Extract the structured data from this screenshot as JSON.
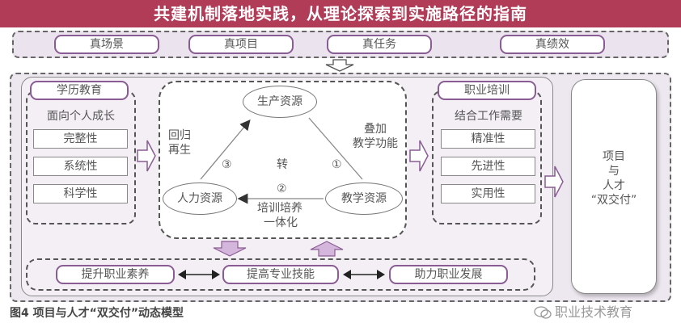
{
  "top_row": {
    "items": [
      {
        "label": "真场景"
      },
      {
        "label": "真项目"
      },
      {
        "label": "真任务"
      },
      {
        "label": "真绩效"
      }
    ]
  },
  "left_panel": {
    "title": "学历教育",
    "subtitle": "面向个人成长",
    "items": [
      "完整性",
      "系统性",
      "科学性"
    ]
  },
  "center_panel": {
    "nodes": {
      "production": "生产资源",
      "human": "人力资源",
      "teaching": "教学资源"
    },
    "edges": {
      "return_label_1": "回归",
      "return_label_2": "再生",
      "return_num": "③",
      "overlay_label_1": "叠加",
      "overlay_label_2": "教学功能",
      "overlay_num": "①",
      "transform_label": "转",
      "transform_num": "②",
      "training_label_1": "培训培养",
      "training_label_2": "一体化"
    }
  },
  "right_panel": {
    "title": "职业培训",
    "subtitle": "结合工作需要",
    "items": [
      "精准性",
      "先进性",
      "实用性"
    ]
  },
  "bottom_row": {
    "items": [
      {
        "label": "提升职业素养"
      },
      {
        "label": "提高专业技能"
      },
      {
        "label": "助力职业发展"
      }
    ]
  },
  "result": {
    "line1": "项目",
    "line2": "与",
    "line3": "人才",
    "line4": "“双交付”"
  },
  "banner": {
    "text": "共建机制落地实践，从理论探索到实施路径的指南",
    "color": "#b03c58"
  },
  "caption": "图4  项目与人才“双交付”动态模型",
  "watermark": "职业技术教育",
  "colors": {
    "accent_purple": "#8a5c94",
    "panel_bg": "#ebe3ee",
    "arrow_fill": "#d4b6dc"
  }
}
